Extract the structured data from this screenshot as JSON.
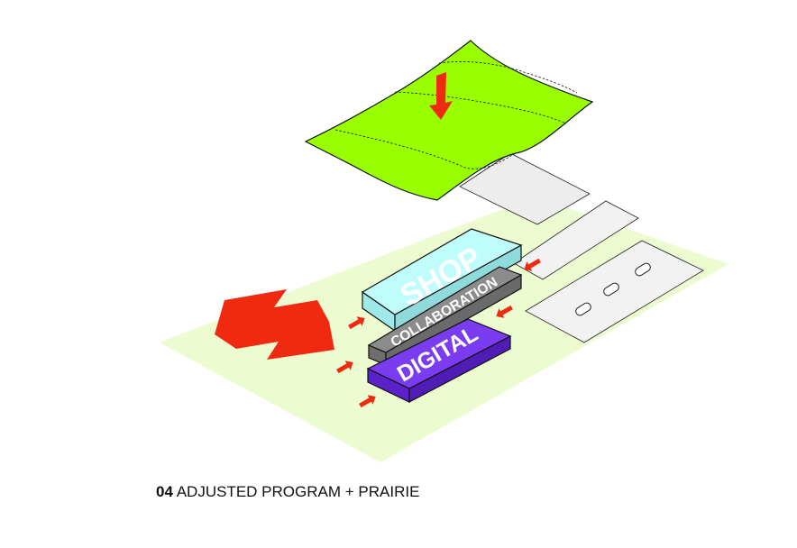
{
  "blocks": {
    "shop": "SHOP",
    "collaboration": "COLLABORATION",
    "digital": "DIGITAL"
  },
  "caption": {
    "number": "04",
    "text": "ADJUSTED PROGRAM + PRAIRIE"
  },
  "colors": {
    "site_plane": "#ecfbd0",
    "prairie": "#99ff00",
    "shop": "#bffdfd",
    "collaboration": "#8c8c8c",
    "digital": "#7a3cf0",
    "arrow": "#f02a10",
    "existing_slab": "#ededed"
  }
}
